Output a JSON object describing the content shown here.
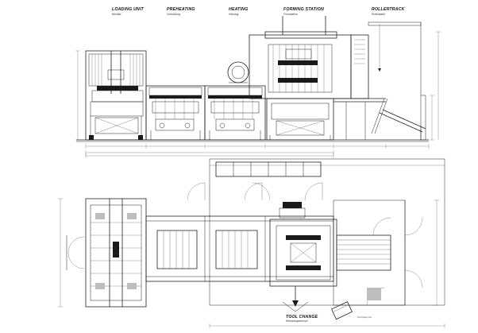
{
  "sections": [
    {
      "id": "loading",
      "title": "LOADING UNIT",
      "subtitle": "Belader"
    },
    {
      "id": "preheating",
      "title": "PREHEATING",
      "subtitle": "Vorheizung"
    },
    {
      "id": "heating",
      "title": "HEATING",
      "subtitle": "Heizung"
    },
    {
      "id": "forming",
      "title": "FORMING STATION",
      "subtitle": "Formstation"
    },
    {
      "id": "roller",
      "title": "ROLLERTRACK",
      "subtitle": "Rollenbahn"
    }
  ],
  "tool_change": {
    "title": "TOOL CHANGE",
    "subtitle": "Werkzeugwechsel"
  },
  "corner_note": "Tool change cart"
}
